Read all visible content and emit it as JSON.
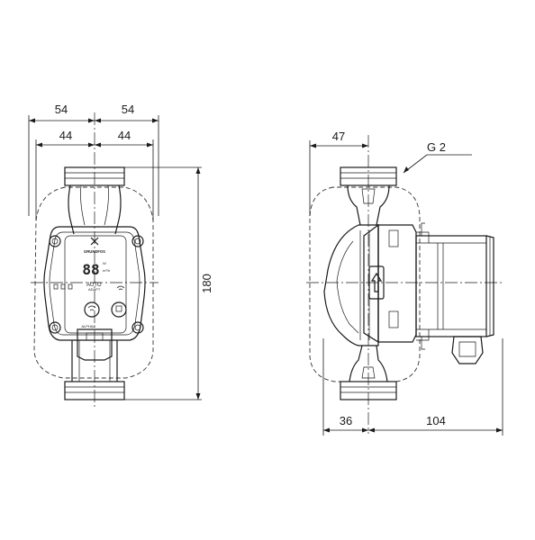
{
  "drawing": {
    "front_view": {
      "dim_top_left": "54",
      "dim_top_right": "54",
      "dim_inner_left": "44",
      "dim_inner_right": "44",
      "dim_height": "180"
    },
    "side_view": {
      "dim_top": "47",
      "thread_label": "G 2",
      "dim_bottom_left": "36",
      "dim_bottom_right": "104"
    },
    "control_panel": {
      "brand": "GRUNDFOS",
      "display": "88",
      "unit_power": "W",
      "unit_flow": "m³/h",
      "auto_line1": "AUTO",
      "auto_line2": "ADAPT",
      "model": "ALPHA2"
    }
  }
}
